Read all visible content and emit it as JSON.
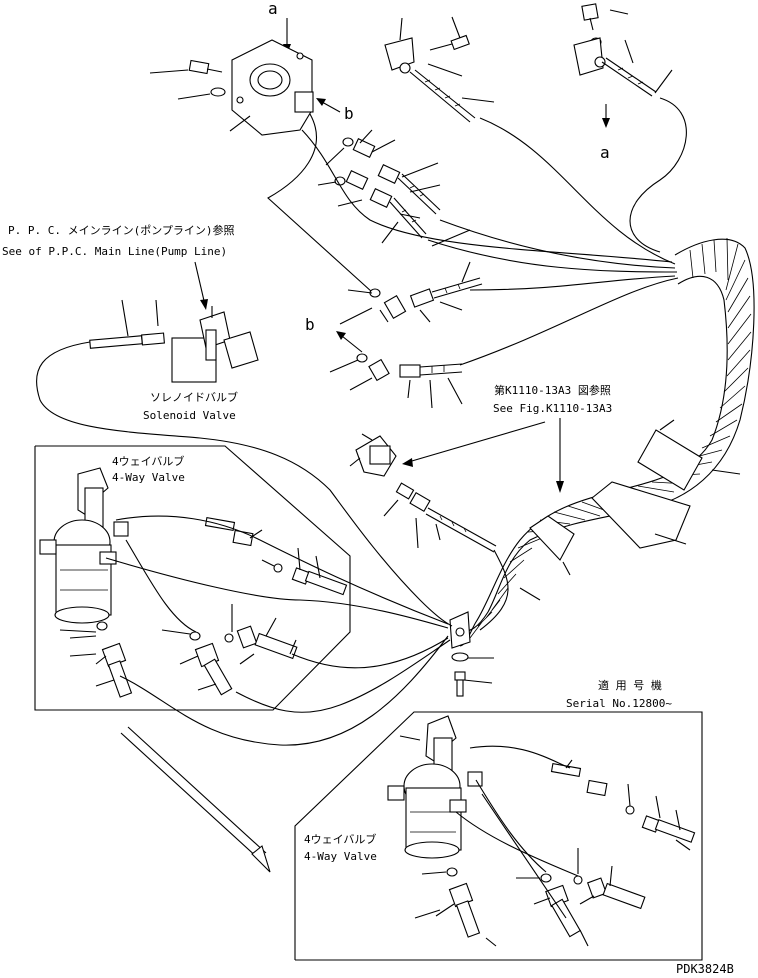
{
  "labels": {
    "ref_a_top": "a",
    "ref_a_right": "a",
    "ref_b_top": "b",
    "ref_b_mid": "b",
    "ppc_jp": "P. P. C. メインライン(ポンプライン)参照",
    "ppc_en": "See of P.P.C. Main Line(Pump Line)",
    "solenoid_jp": "ソレノイドバルブ",
    "solenoid_en": "Solenoid Valve",
    "fig_jp": "第K1110-13A3 図参照",
    "fig_en": "See Fig.K1110-13A3",
    "fourway_jp": "4ウェイバルブ",
    "fourway_en": "4-Way Valve",
    "fourway2_jp": "4ウェイバルブ",
    "fourway2_en": "4-Way Valve",
    "serial_jp": "適 用 号 機",
    "serial_en": "Serial No.12800~",
    "drawing_code": "PDK3824B"
  }
}
